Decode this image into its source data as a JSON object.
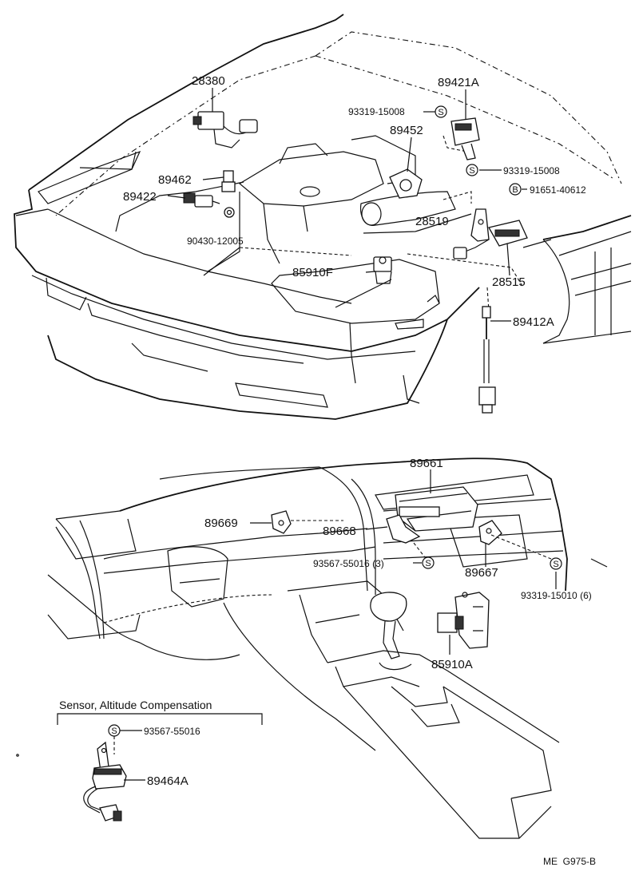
{
  "parts": {
    "p28380": "28380",
    "p89421A": "89421A",
    "p93319_15008_a": "93319-15008",
    "p89452": "89452",
    "p89462": "89462",
    "p93319_15008_b": "93319-15008",
    "p91651_40612": "91651-40612",
    "p89422": "89422",
    "p28519": "28519",
    "p90430_12005": "90430-12005",
    "p28515": "28515",
    "p85910F": "85910F",
    "p89412A": "89412A",
    "p89661": "89661",
    "p89669": "89669",
    "p89668": "89668",
    "p93567_55016_3": "93567-55016 (3)",
    "p89667": "89667",
    "p93319_15010_6": "93319-15010 (6)",
    "p85910A": "85910A",
    "p93567_55016": "93567-55016",
    "p89464A": "89464A"
  },
  "symbols": {
    "s": "S",
    "b": "B"
  },
  "inset": {
    "title": "Sensor, Altitude Compensation"
  },
  "footer": {
    "code": "ME  G975-B"
  }
}
